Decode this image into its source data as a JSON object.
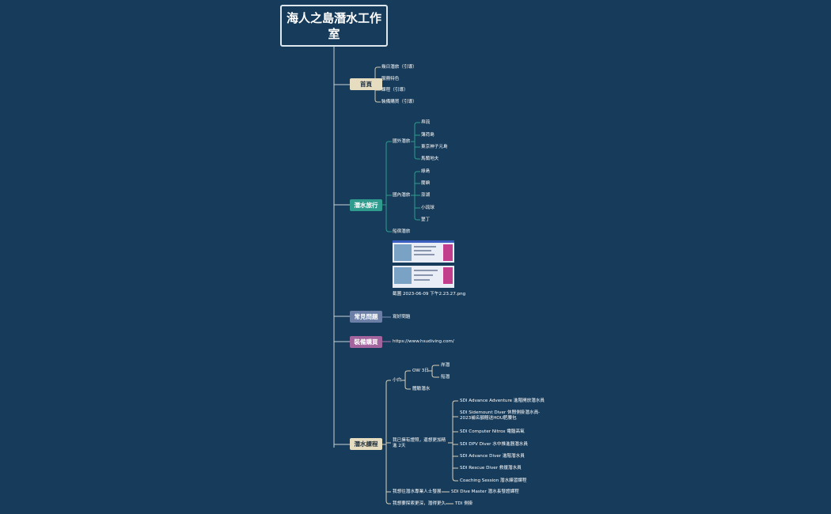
{
  "root": {
    "title": "海人之島潛水工作室"
  },
  "colors": {
    "background": "#173b5a",
    "home": "#e6dcc0",
    "travel": "#2f9c8e",
    "faq": "#6c7fa6",
    "gear": "#a4649e",
    "course": "#e6dcc0"
  },
  "branches": {
    "home": {
      "label": "首頁",
      "items": [
        "幾日潛旅（引導）",
        "服務特色",
        "課程（引導）",
        "裝備購買（引導）"
      ]
    },
    "travel": {
      "label": "潛水旅行",
      "overseas": {
        "label": "國外潛旅",
        "items": [
          "帛琉",
          "薄荷島",
          "東京神子元島",
          "馬蘭地夫"
        ]
      },
      "domestic": {
        "label": "國內潛旅",
        "items": [
          "綠島",
          "蘭嶼",
          "澎湖",
          "小琉球",
          "墾丁"
        ]
      },
      "liveaboard": {
        "label": "船宿潛旅",
        "attachment": "截圖 2023-06-09 下午2.23.27.png"
      }
    },
    "faq": {
      "label": "常見問題",
      "items": [
        "寫好問題"
      ]
    },
    "gear": {
      "label": "裝備購買",
      "items": [
        "https://www.hsudiving.com/"
      ]
    },
    "course": {
      "label": "潛水課程",
      "white": {
        "label": "小白",
        "ow": "OW 3日",
        "ow_items": [
          "岸潛",
          "船潛"
        ],
        "trial": "體驗潛水"
      },
      "advanced": {
        "label": "我已擁有證照，還想更加精進 2天",
        "items": [
          "SDI Advance Adventure 進階開放潛水員",
          "SDI Sidemount Diver 休閒側掛潛水員- 2023補名額贈送HOU肥腰包",
          "SDI Computer Nitrox 電腦高氧",
          "SDI DPV Diver 水中推進器潛水員",
          "SDI Advance Diver 進階潛水員",
          "SDI Rescue Diver 救援潛水員",
          "Coaching Session 潛水練習課程"
        ]
      },
      "pro": {
        "label": "我想往潛水專業人士發展",
        "item": "SDI Dive Master 潛水長發證課程"
      },
      "tech": {
        "label": "我想要探索更深，潛得更久",
        "item": "TDI 側掛"
      }
    }
  }
}
